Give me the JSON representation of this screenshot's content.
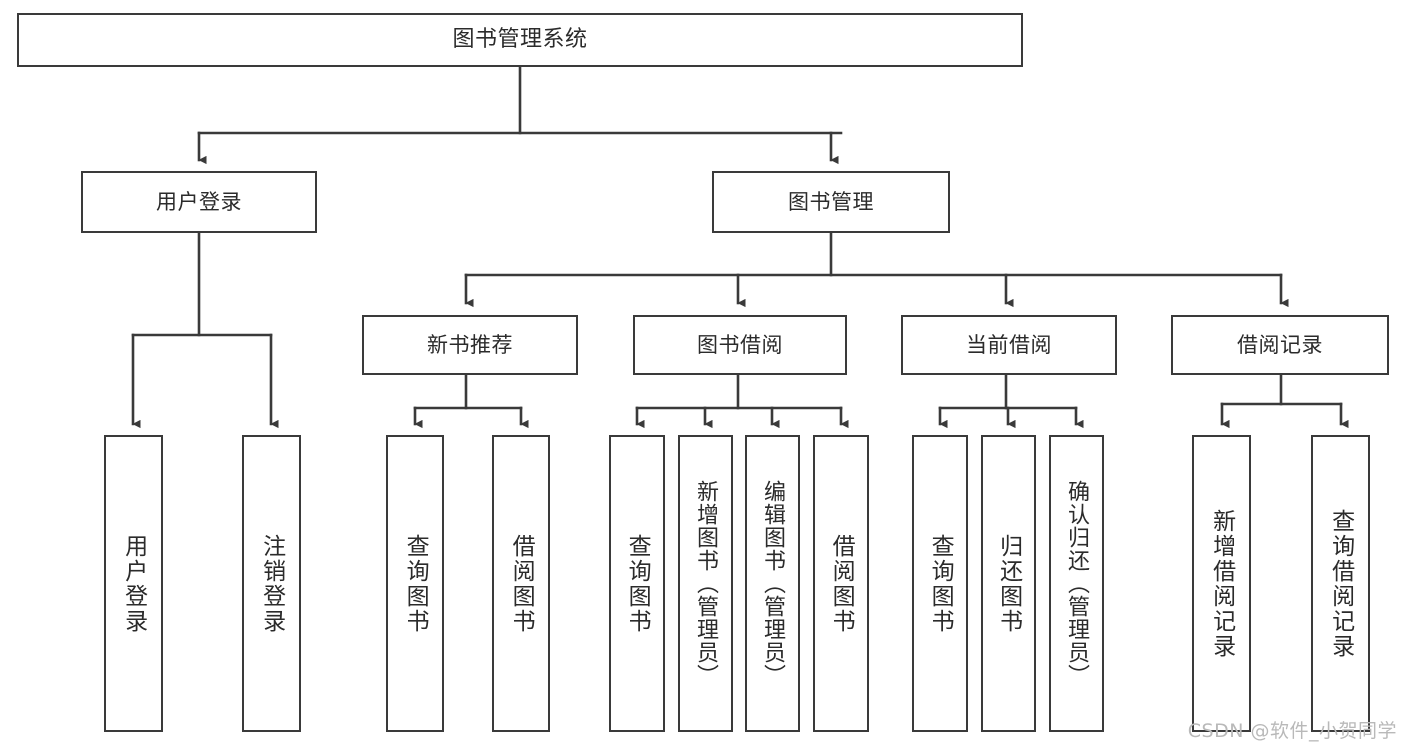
{
  "diagram": {
    "title": "图书管理系统",
    "type": "tree-hierarchy",
    "colors": {
      "stroke": "#3a3a3a",
      "fill": "#ffffff",
      "text": "#2b2b2b",
      "watermark": "#b9b9b9",
      "background": "#ffffff"
    },
    "watermark": "CSDN @软件_小贺同学",
    "nodes": {
      "root": {
        "label": "图书管理系统"
      },
      "level2": [
        {
          "label": "用户登录"
        },
        {
          "label": "图书管理"
        }
      ],
      "level3": [
        {
          "label": "新书推荐"
        },
        {
          "label": "图书借阅"
        },
        {
          "label": "当前借阅"
        },
        {
          "label": "借阅记录"
        }
      ],
      "leaves_user_login": [
        {
          "label": "用户登录"
        },
        {
          "label": "注销登录"
        }
      ],
      "leaves_new_book": [
        {
          "label": "查询图书"
        },
        {
          "label": "借阅图书"
        }
      ],
      "leaves_borrow": [
        {
          "label": "查询图书"
        },
        {
          "label": "新增图书（管理员）"
        },
        {
          "label": "编辑图书（管理员）"
        },
        {
          "label": "借阅图书"
        }
      ],
      "leaves_current": [
        {
          "label": "查询图书"
        },
        {
          "label": "归还图书"
        },
        {
          "label": "确认归还（管理员）"
        }
      ],
      "leaves_records": [
        {
          "label": "新增借阅记录"
        },
        {
          "label": "查询借阅记录"
        }
      ]
    }
  }
}
